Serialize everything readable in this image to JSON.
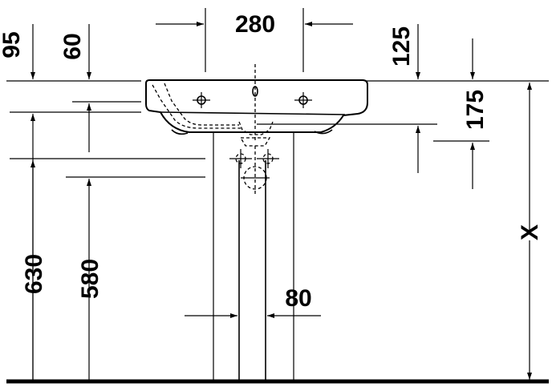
{
  "dimensions": {
    "top_width": "280",
    "left_95": "95",
    "left_60": "60",
    "right_125": "125",
    "right_175": "175",
    "height_630": "630",
    "height_580": "580",
    "pedestal_80": "80",
    "height_x": "X"
  }
}
